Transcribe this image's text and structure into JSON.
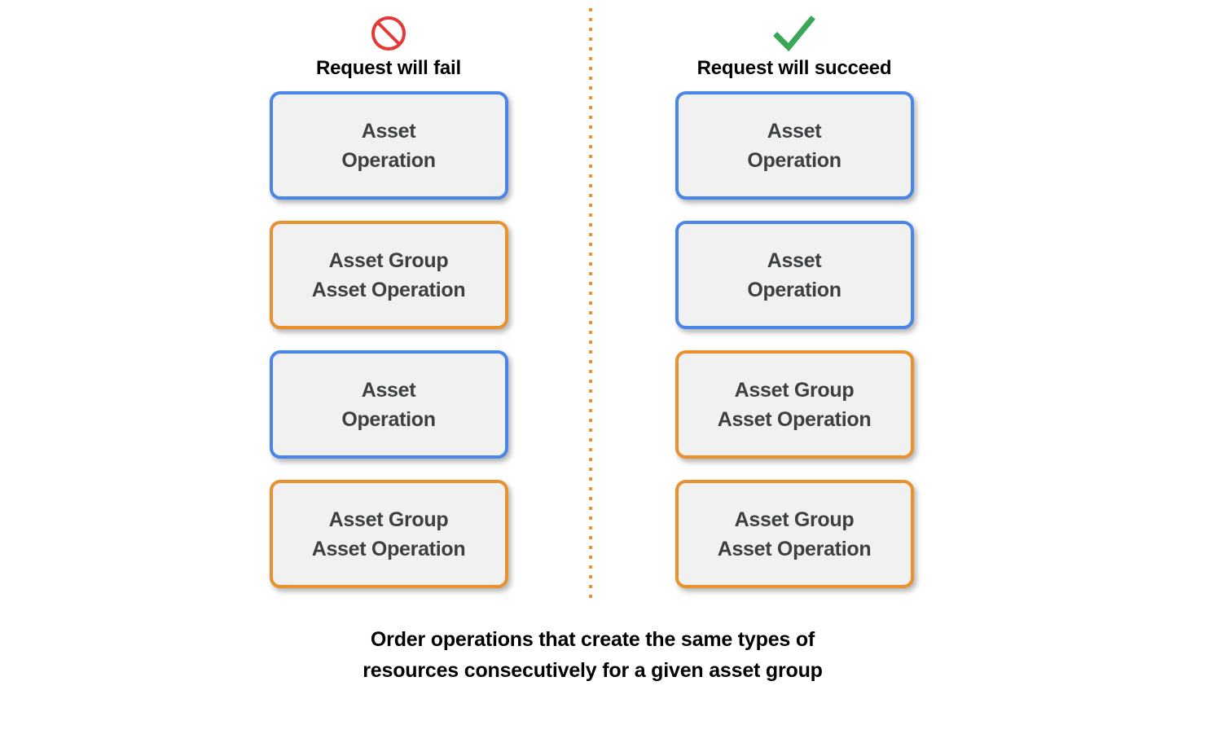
{
  "figure": {
    "caption_line1": "Order operations that create the same types of",
    "caption_line2": "resources consecutively for a given asset group"
  },
  "colors": {
    "blue_border": "#4a86e8",
    "orange_border": "#e8912d",
    "card_fill": "#f1f1f1",
    "card_text": "#3c4043",
    "fail_icon": "#e53935",
    "success_icon": "#3aa757",
    "divider": "#e8912d",
    "background": "#ffffff"
  },
  "columns": [
    {
      "id": "fail",
      "icon": "prohibition-icon",
      "header_label": "Request will fail",
      "cards": [
        {
          "border": "blue",
          "line1": "Asset",
          "line2": "Operation"
        },
        {
          "border": "orange",
          "line1": "Asset Group",
          "line2": "Asset Operation"
        },
        {
          "border": "blue",
          "line1": "Asset",
          "line2": "Operation"
        },
        {
          "border": "orange",
          "line1": "Asset Group",
          "line2": "Asset Operation"
        }
      ]
    },
    {
      "id": "succeed",
      "icon": "checkmark-icon",
      "header_label": "Request will succeed",
      "cards": [
        {
          "border": "blue",
          "line1": "Asset",
          "line2": "Operation"
        },
        {
          "border": "blue",
          "line1": "Asset",
          "line2": "Operation"
        },
        {
          "border": "orange",
          "line1": "Asset Group",
          "line2": "Asset Operation"
        },
        {
          "border": "orange",
          "line1": "Asset Group",
          "line2": "Asset Operation"
        }
      ]
    }
  ]
}
